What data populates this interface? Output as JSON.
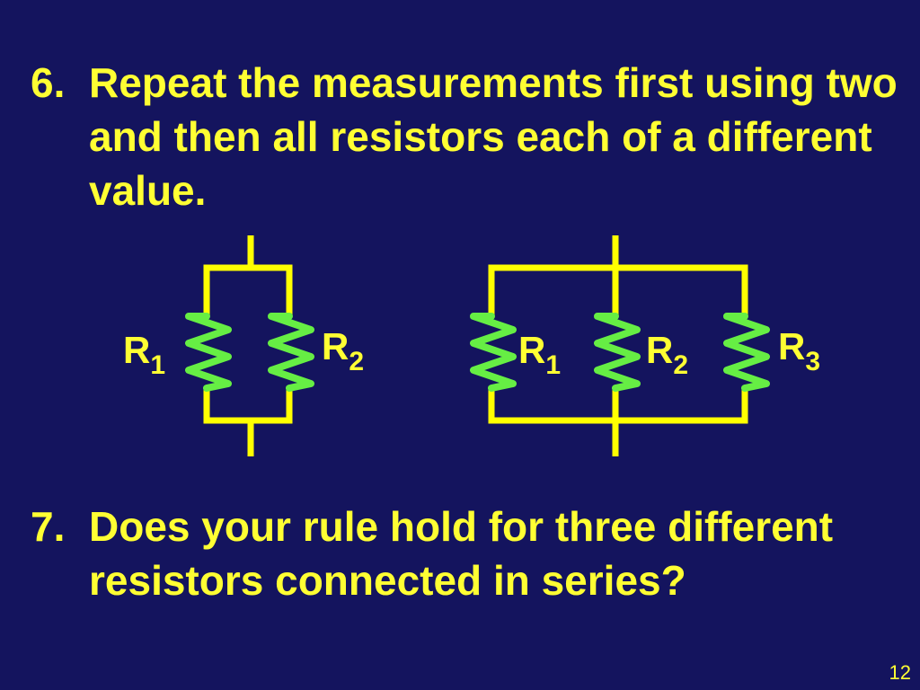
{
  "items": [
    {
      "number": "6.",
      "text": "Repeat the measurements first using two and then all resistors each of a different value."
    },
    {
      "number": "7.",
      "text": "Does your rule hold for three different resistors connected in series?"
    }
  ],
  "circuits": {
    "left": {
      "labels": [
        {
          "main": "R",
          "sub": "1"
        },
        {
          "main": "R",
          "sub": "2"
        }
      ]
    },
    "right": {
      "labels": [
        {
          "main": "R",
          "sub": "1"
        },
        {
          "main": "R",
          "sub": "2"
        },
        {
          "main": "R",
          "sub": "3"
        }
      ]
    }
  },
  "colors": {
    "background": "#14145e",
    "text": "#ffff33",
    "wire": "#ffff00",
    "resistor": "#66ee44"
  },
  "page_number": "12"
}
